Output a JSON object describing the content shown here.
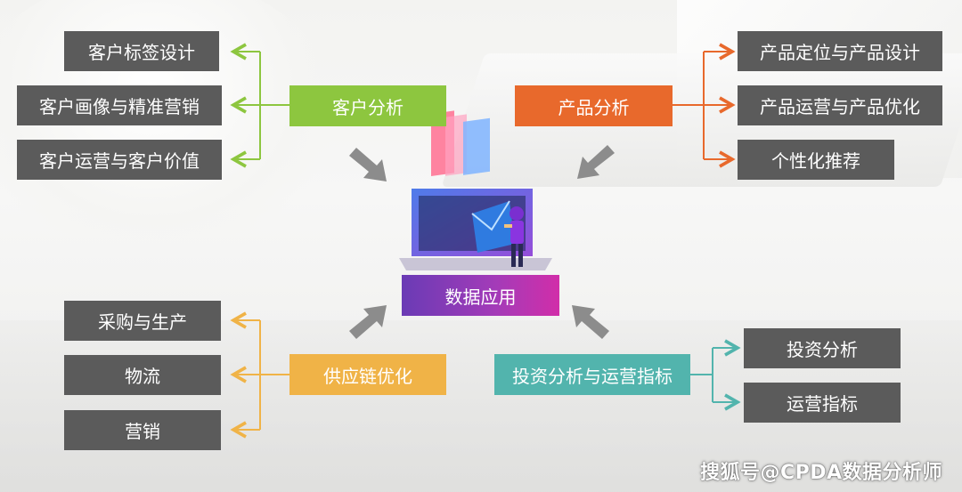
{
  "center": {
    "label": "数据应用"
  },
  "customer": {
    "label": "客户分析",
    "items": [
      "客户标签设计",
      "客户画像与精准营销",
      "客户运营与客户价值"
    ],
    "color": "#8dc63f"
  },
  "product": {
    "label": "产品分析",
    "items": [
      "产品定位与产品设计",
      "产品运营与产品优化",
      "个性化推荐"
    ],
    "color": "#e8692c"
  },
  "supply": {
    "label": "供应链优化",
    "items": [
      "采购与生产",
      "物流",
      "营销"
    ],
    "color": "#f0b347"
  },
  "investment": {
    "label": "投资分析与运营指标",
    "items": [
      "投资分析",
      "运营指标"
    ],
    "color": "#52b4ad"
  },
  "watermark": "搜狐号@CPDA数据分析师"
}
